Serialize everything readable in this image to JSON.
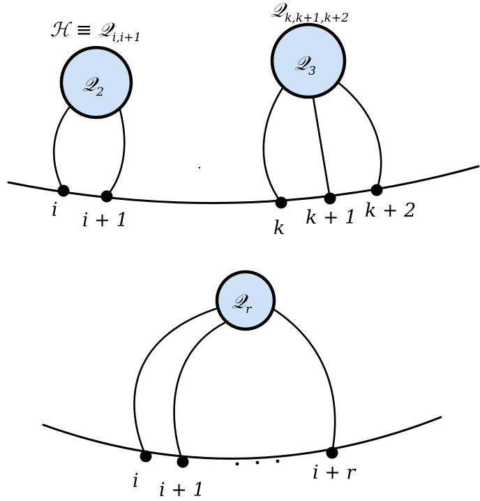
{
  "colors": {
    "blob_fill": "#cfe3f8",
    "stroke": "#000000"
  },
  "panel_top_left": {
    "header_label": "ℋ ≡ 𝒬",
    "header_subscript": "i,i+1",
    "blob_label": "𝒬",
    "blob_subscript": "2",
    "points": [
      "i",
      "i + 1"
    ]
  },
  "panel_top_right": {
    "header_label": "𝒬",
    "header_subscript": "k,k+1,k+2",
    "blob_label": "𝒬",
    "blob_subscript": "3",
    "points": [
      "k",
      "k + 1",
      "k + 2"
    ]
  },
  "panel_bottom": {
    "blob_label": "𝒬",
    "blob_subscript": "r",
    "points": [
      "i",
      "i + 1",
      "i + r"
    ]
  }
}
